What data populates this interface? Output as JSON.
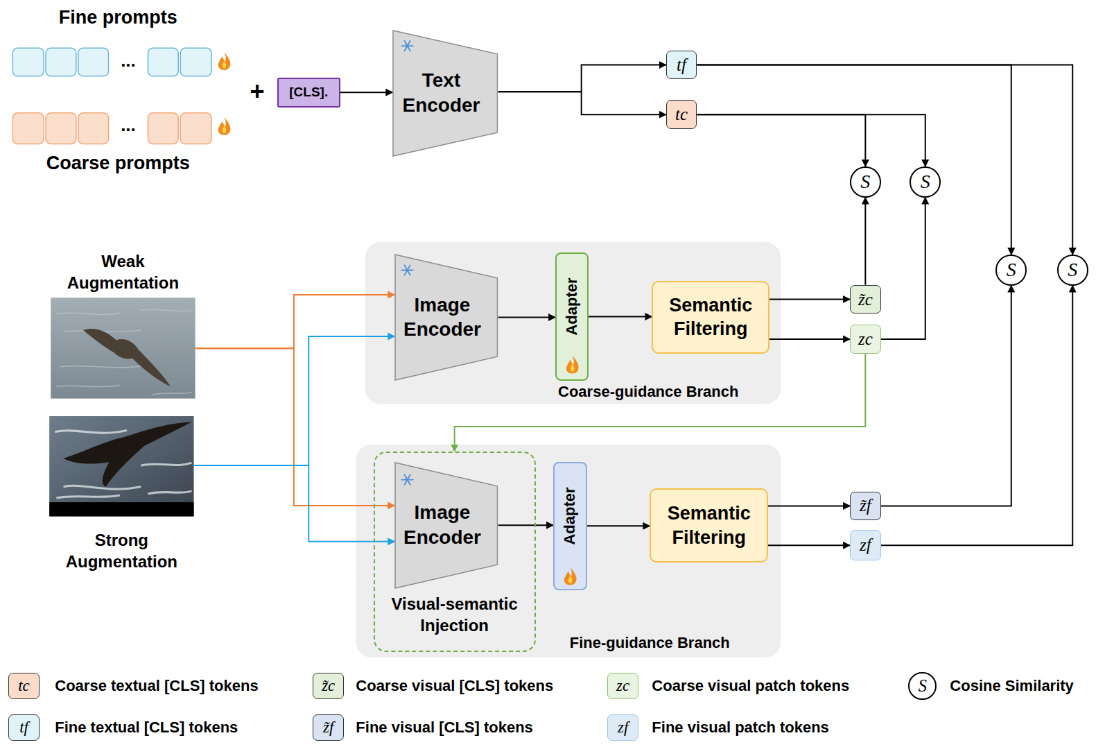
{
  "diagram": {
    "nodes": [
      {
        "text": [
          "Fine prompts",
          "..."
        ]
      },
      {
        "text": [
          "...",
          "Coarse prompts"
        ]
      },
      {
        "text": [
          "[CLS]."
        ]
      },
      {
        "text": [
          "Text Encoder"
        ]
      },
      {
        "text": [
          "tf"
        ]
      },
      {
        "text": [
          "tc"
        ]
      },
      {
        "text": [
          "S"
        ]
      },
      {
        "text": [
          "S"
        ]
      },
      {
        "text": [
          "S"
        ]
      },
      {
        "text": [
          "S"
        ]
      },
      {
        "text": [
          "Weak Augmentation"
        ]
      },
      {
        "text": [
          "Coarse-guidance Branch"
        ]
      },
      {
        "text": [
          "Image Encoder"
        ],
        "in": 11
      },
      {
        "text": [
          "Adapter"
        ],
        "in": 11
      },
      {
        "text": [
          "Semantic Filtering"
        ],
        "in": 11
      },
      {
        "text": [
          "z̃c"
        ]
      },
      {
        "text": [
          "zc"
        ]
      },
      {
        "text": [
          "Strong Augmentation"
        ]
      },
      {
        "text": [
          "Fine-guidance Branch"
        ]
      },
      {
        "text": [
          "Visual-semantic Injection"
        ],
        "in": 18
      },
      {
        "text": [
          "Image Encoder"
        ],
        "in": 19
      },
      {
        "text": [
          "Adapter"
        ],
        "in": 18
      },
      {
        "text": [
          "Semantic Filtering"
        ],
        "in": 18
      },
      {
        "text": [
          "z̃f"
        ]
      },
      {
        "text": [
          "zf"
        ]
      }
    ],
    "edges": [
      {
        "from": 2,
        "to": 3,
        "arrow": "to"
      },
      {
        "from": 3,
        "to": 4,
        "arrow": "to"
      },
      {
        "from": 3,
        "to": 5,
        "arrow": "to"
      },
      {
        "from": 5,
        "to": 6,
        "arrow": "to"
      },
      {
        "from": 5,
        "to": 7,
        "arrow": "to"
      },
      {
        "from": 15,
        "to": 6,
        "arrow": "to"
      },
      {
        "from": 16,
        "to": 7,
        "arrow": "to"
      },
      {
        "from": 4,
        "to": 8,
        "arrow": "to"
      },
      {
        "from": 4,
        "to": 9,
        "arrow": "to"
      },
      {
        "from": 23,
        "to": 8,
        "arrow": "to"
      },
      {
        "from": 24,
        "to": 9,
        "arrow": "to"
      },
      {
        "from": 10,
        "to": 12,
        "arrow": "to"
      },
      {
        "from": 10,
        "to": 20,
        "arrow": "to"
      },
      {
        "from": 17,
        "to": 12,
        "arrow": "to"
      },
      {
        "from": 17,
        "to": 20,
        "arrow": "to"
      },
      {
        "from": 12,
        "to": 13,
        "arrow": "to"
      },
      {
        "from": 13,
        "to": 14,
        "arrow": "to"
      },
      {
        "from": 14,
        "to": 15,
        "arrow": "to"
      },
      {
        "from": 14,
        "to": 16,
        "arrow": "to"
      },
      {
        "from": 16,
        "to": 19,
        "arrow": "to"
      },
      {
        "from": 20,
        "to": 21,
        "arrow": "to"
      },
      {
        "from": 21,
        "to": 22,
        "arrow": "to"
      },
      {
        "from": 22,
        "to": 23,
        "arrow": "to"
      },
      {
        "from": 22,
        "to": 24,
        "arrow": "to"
      }
    ],
    "labels": [
      "+",
      "tc",
      "z̃c",
      "zc",
      "S",
      "tf",
      "z̃f",
      "zf"
    ],
    "legend": [
      {
        "text": "Coarse textual [CLS] tokens",
        "color": "#fbdccb"
      },
      {
        "text": "Coarse visual [CLS] tokens",
        "color": "#e2efd9"
      },
      {
        "text": "Coarse visual patch tokens",
        "color": "#e9f5e2"
      },
      {
        "text": "Cosine Similarity"
      },
      {
        "text": "Fine textual [CLS] tokens",
        "color": "#dff3f8"
      },
      {
        "text": "Fine visual [CLS] tokens",
        "color": "#dae3f3"
      },
      {
        "text": "Fine visual patch tokens",
        "color": "#deebf7"
      }
    ]
  }
}
